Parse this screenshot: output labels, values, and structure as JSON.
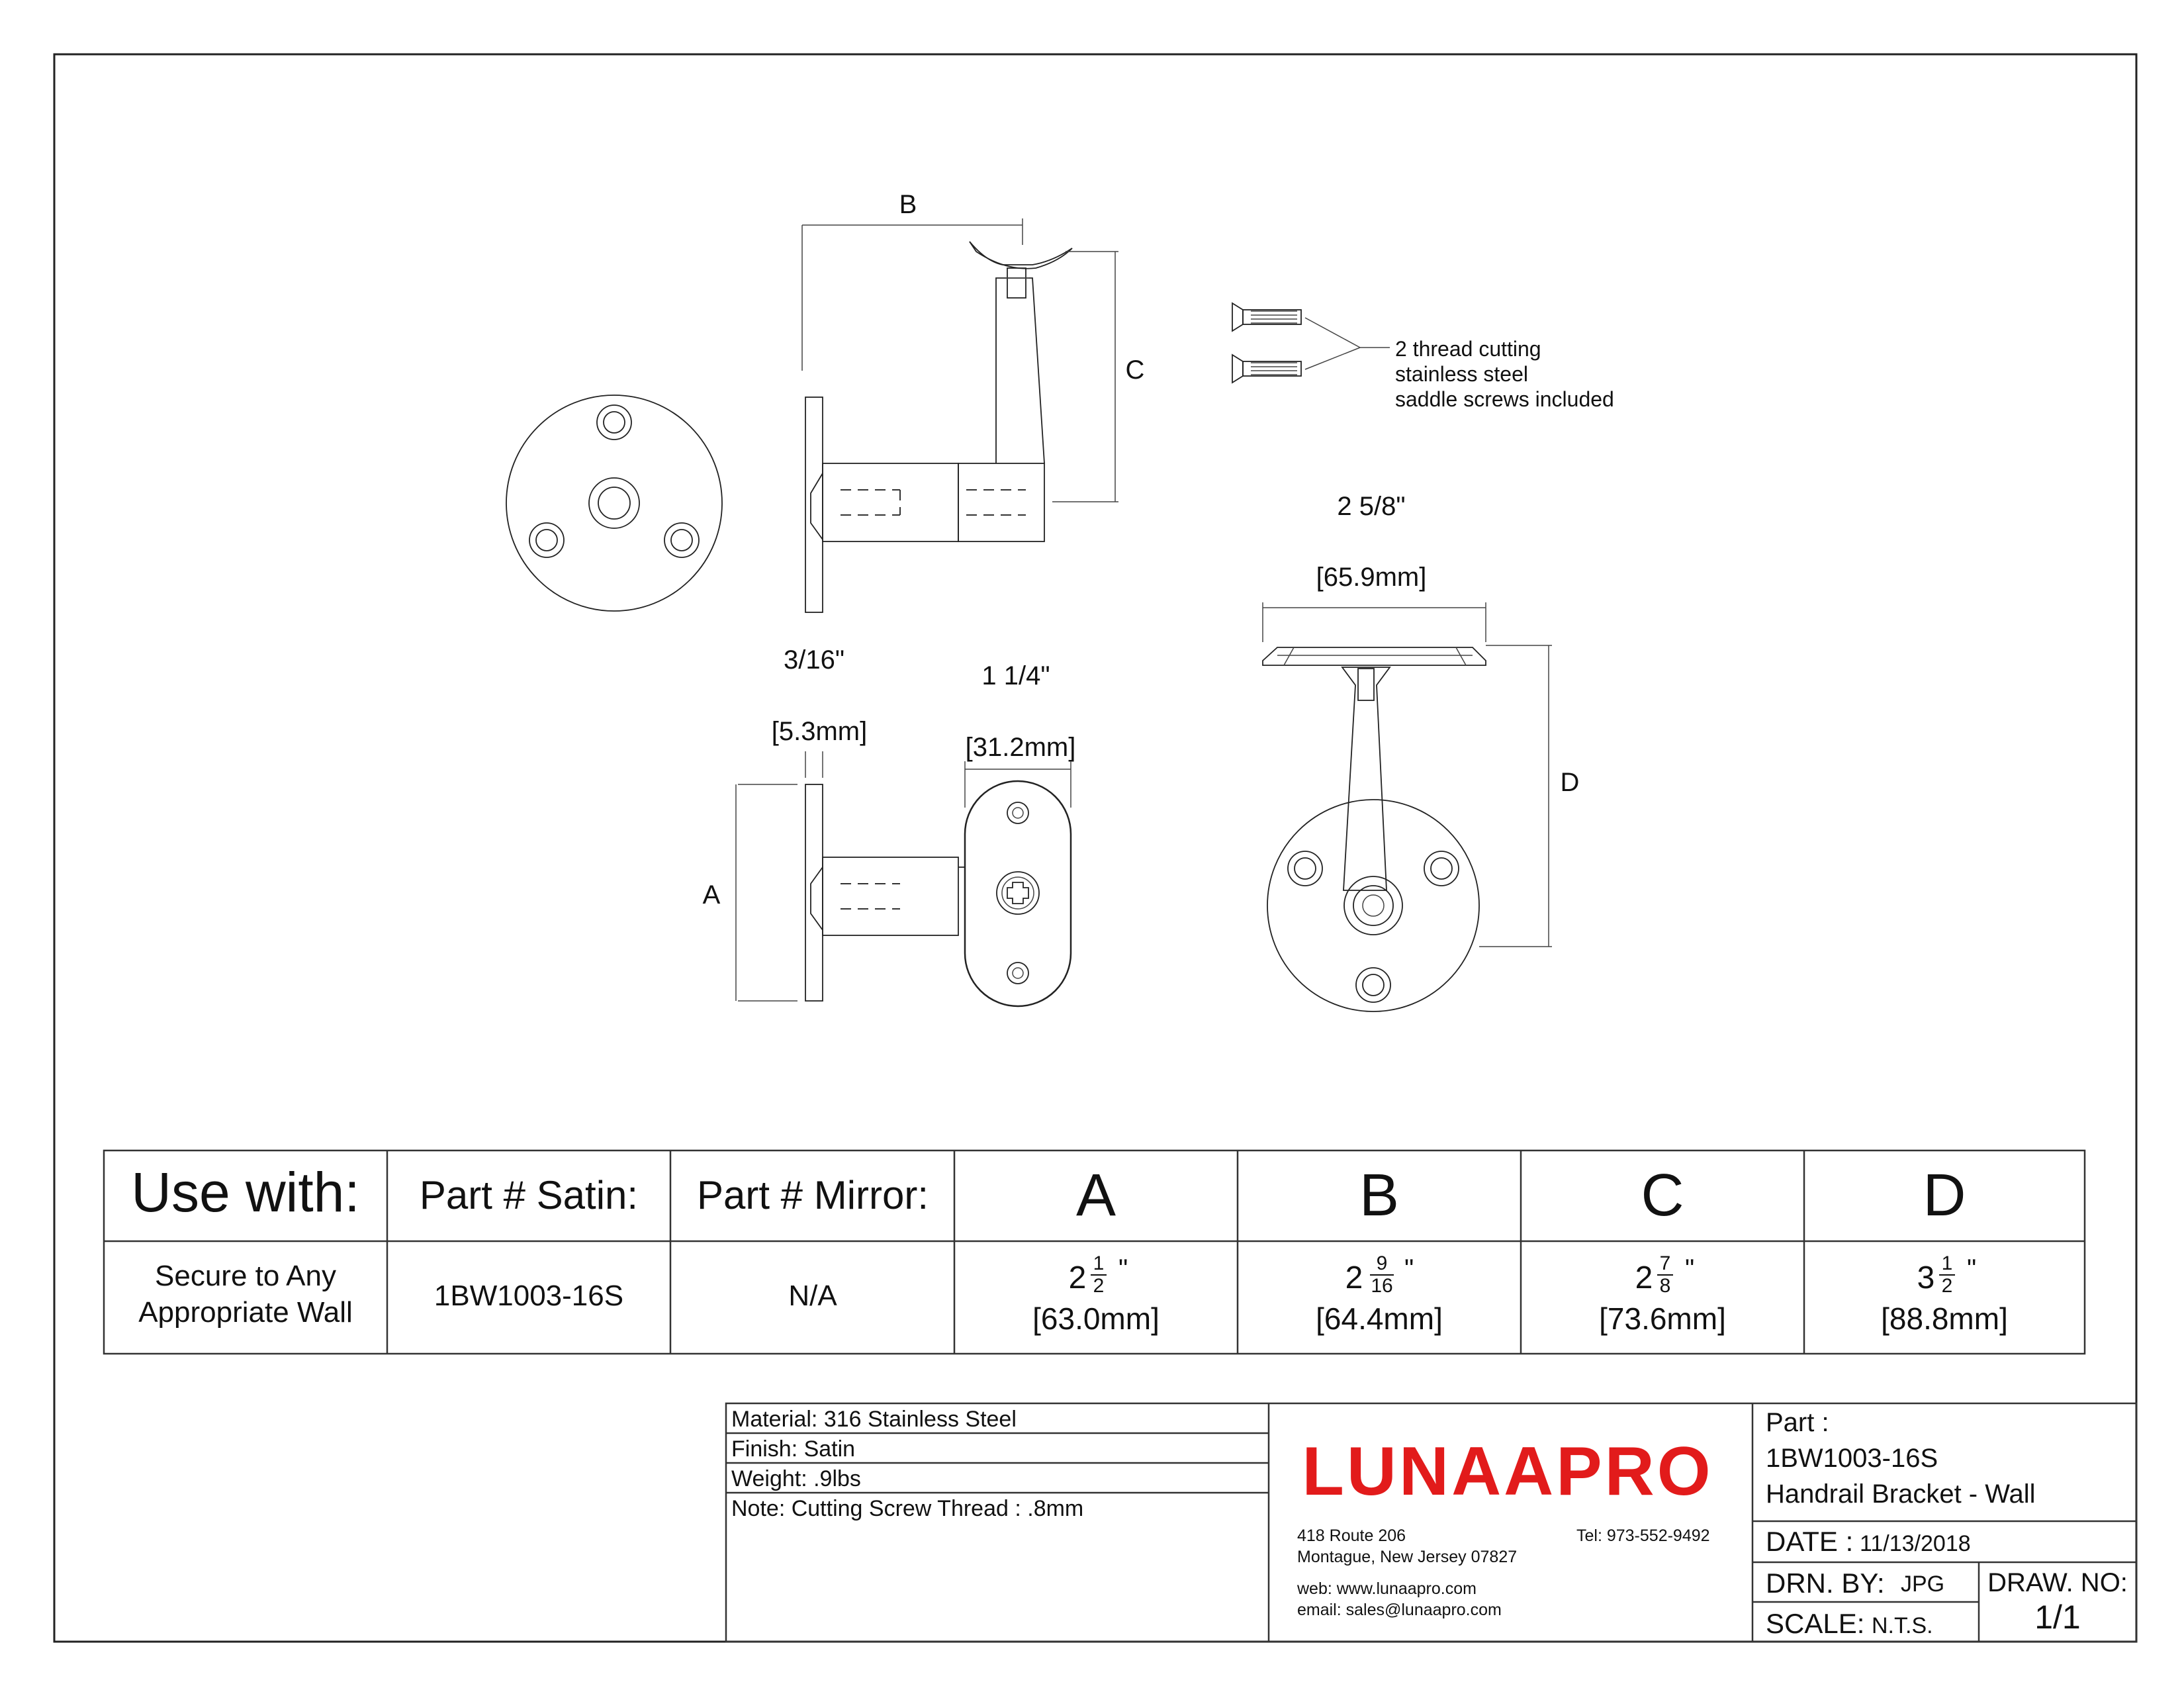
{
  "drawing": {
    "labels": {
      "b": "B",
      "c": "C",
      "a": "A",
      "d": "D"
    },
    "screw_note": [
      "2 thread cutting",
      "stainless steel",
      "saddle screws included"
    ],
    "dim_width": "2 5/8\"",
    "dim_width_mm": "[65.9mm]",
    "dim_plate": "3/16\"",
    "dim_plate_mm": "[5.3mm]",
    "dim_saddle": "1 1/4\"",
    "dim_saddle_mm": "[31.2mm]"
  },
  "table": {
    "headers": [
      "Use with:",
      "Part # Satin:",
      "Part # Mirror:",
      "A",
      "B",
      "C",
      "D"
    ],
    "use_with": [
      "Secure to Any",
      "Appropriate Wall"
    ],
    "part_satin": "1BW1003-16S",
    "part_mirror": "N/A",
    "dims": [
      {
        "whole": "2",
        "num": "1",
        "den": "2",
        "mm": "[63.0mm]"
      },
      {
        "whole": "2",
        "num": "9",
        "den": "16",
        "mm": "[64.4mm]"
      },
      {
        "whole": "2",
        "num": "7",
        "den": "8",
        "mm": "[73.6mm]"
      },
      {
        "whole": "3",
        "num": "1",
        "den": "2",
        "mm": "[88.8mm]"
      }
    ],
    "inch_mark": "\""
  },
  "title_block": {
    "material": "Material: 316 Stainless Steel",
    "finish": "Finish: Satin",
    "weight": "Weight: .9lbs",
    "note": "Note: Cutting Screw Thread : .8mm",
    "brand": "LUNAAPRO",
    "brand_color": "#e21b1b",
    "address1": "418 Route 206",
    "address2": "Montague, New Jersey 07827",
    "tel": "Tel: 973-552-9492",
    "web": "web: www.lunaapro.com",
    "email": "email: sales@lunaapro.com",
    "part_label": "Part :",
    "part_no": "1BW1003-16S",
    "part_desc": "Handrail Bracket - Wall",
    "date_label": "DATE :",
    "date": "11/13/2018",
    "drn_label": "DRN. BY:",
    "drn": "JPG",
    "draw_no_label": "DRAW. NO:",
    "draw_no": "1/1",
    "scale_label": "SCALE:",
    "scale": "N.T.S."
  }
}
